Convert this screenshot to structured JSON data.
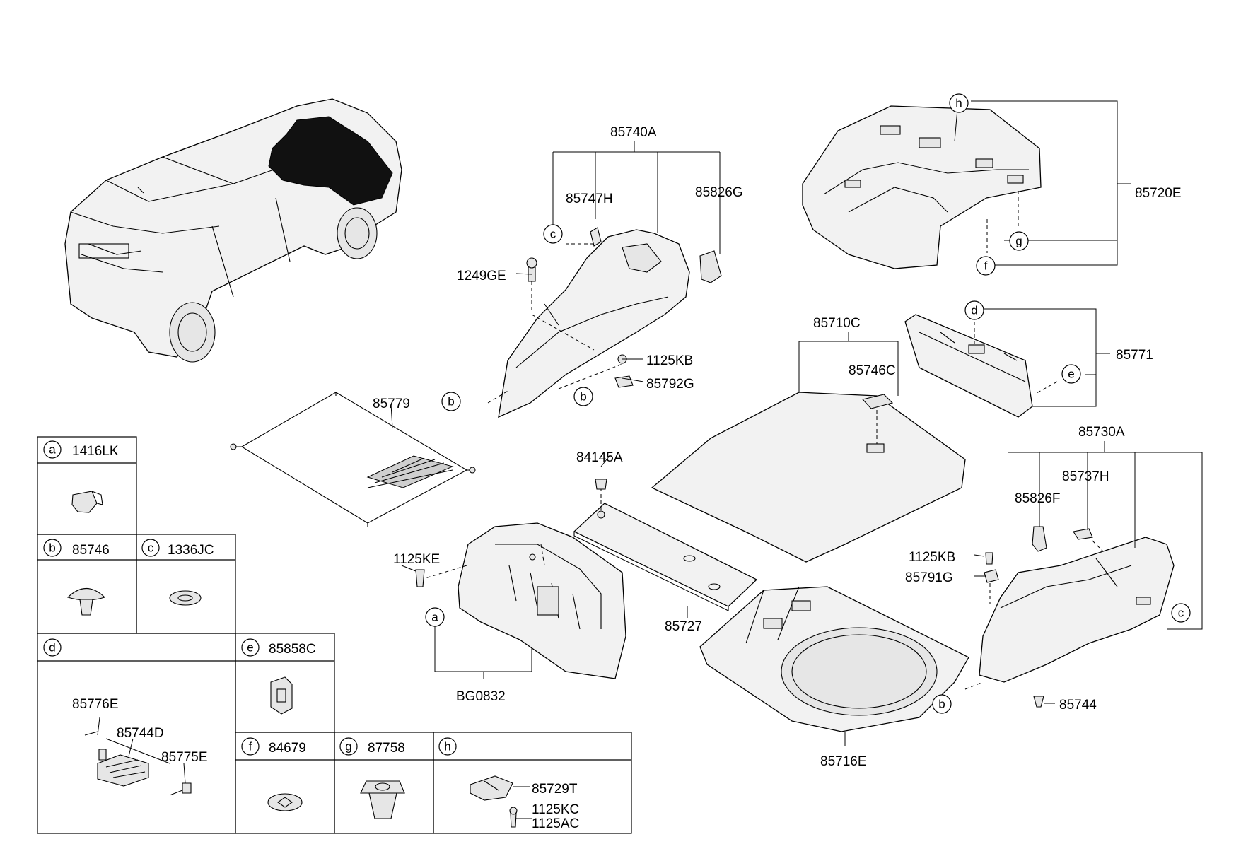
{
  "labels": {
    "p85740A": "85740A",
    "p85747H": "85747H",
    "p85826G": "85826G",
    "p1249GE": "1249GE",
    "p1125KB_a": "1125KB",
    "p85792G": "85792G",
    "p85720E": "85720E",
    "p85710C": "85710C",
    "p85746C": "85746C",
    "p85771": "85771",
    "p85779": "85779",
    "p84145A": "84145A",
    "p85730A": "85730A",
    "p85737H": "85737H",
    "p85826F": "85826F",
    "p1125KB_b": "1125KB",
    "p85791G": "85791G",
    "p1125KE": "1125KE",
    "p85727": "85727",
    "pBG0832": "BG0832",
    "p85716E": "85716E",
    "p85744": "85744"
  },
  "callouts": {
    "a": "a",
    "b": "b",
    "c": "c",
    "d": "d",
    "e": "e",
    "f": "f",
    "g": "g",
    "h": "h"
  },
  "legend": {
    "a_code": "1416LK",
    "b_code": "85746",
    "c_code": "1336JC",
    "d_code": "",
    "d_p1": "85776E",
    "d_p2": "85744D",
    "d_p3": "85775E",
    "e_code": "85858C",
    "f_code": "84679",
    "g_code": "87758",
    "h_code": "",
    "h_p1": "85729T",
    "h_p2": "1125KC",
    "h_p3": "1125AC"
  }
}
